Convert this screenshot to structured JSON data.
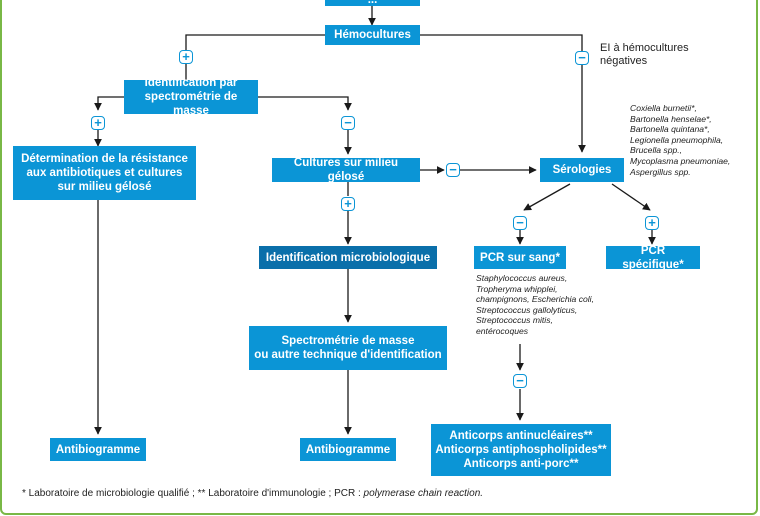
{
  "nodes": {
    "top_partial": "...",
    "hemocultures": "Hémocultures",
    "identification_spectrometrie": [
      "Identification par",
      "spectrométrie de masse"
    ],
    "determination_resistance": [
      "Détermination de la résistance",
      "aux antibiotiques et cultures",
      "sur milieu gélosé"
    ],
    "cultures_gelose": "Cultures sur milieu gélosé",
    "serologies": "Sérologies",
    "identification_micro": "Identification microbiologique",
    "pcr_sang": "PCR sur sang*",
    "pcr_specifique": "PCR spécifique*",
    "spectrometrie_autre": [
      "Spectrométrie de masse",
      "ou autre technique d'identification"
    ],
    "antibiogramme_left": "Antibiogramme",
    "antibiogramme_mid": "Antibiogramme",
    "anticorps": [
      "Anticorps antinucléaires**",
      "Anticorps antiphospholipides**",
      "Anticorps anti-porc**"
    ]
  },
  "signs": {
    "plus": "+",
    "minus": "−"
  },
  "labels": {
    "ei_negatives": [
      "EI à hémocultures",
      "négatives"
    ]
  },
  "notes": {
    "pathogens_serologies": "Coxiella burnetii*,\nBartonella henselae*,\nBartonella quintana*,\nLegionella pneumophila,\nBrucella spp.,\nMycoplasma pneumoniae,\nAspergillus spp.",
    "pathogens_pcr": "Staphylococcus aureus,\nTropheryma whipplei,\nchampignons, Escherichia coli,\nStreptococcus gallolyticus,\nStreptococcus mitis,\nentérocoques"
  },
  "footnote": {
    "prefix": "* Laboratoire de microbiologie qualifié ; ** Laboratoire d'immunologie ; PCR : ",
    "italic": "polymerase chain reaction."
  },
  "colors": {
    "box": "#0b95d6",
    "box_dark": "#0a6faa",
    "frame": "#79b846",
    "arrow": "#1a1a1a"
  }
}
